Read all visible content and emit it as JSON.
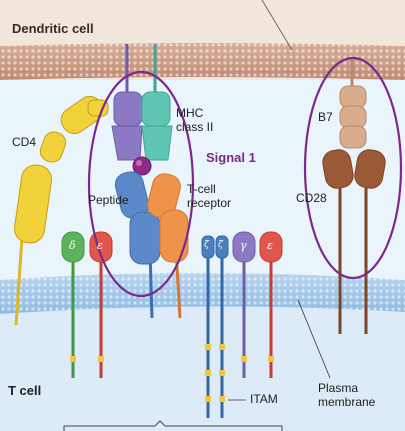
{
  "labels": {
    "dendritic_cell": "Dendritic cell",
    "t_cell": "T cell",
    "cd4": "CD4",
    "mhc": "MHC\nclass II",
    "signal1": "Signal 1",
    "peptide": "Peptide",
    "tcr": "T-cell\nreceptor",
    "b7": "B7",
    "cd28": "CD28",
    "itam": "ITAM",
    "plasma_membrane": "Plasma\nmembrane"
  },
  "cd3_chains": {
    "delta": "δ",
    "epsilon1": "ε",
    "zeta1": "ζ",
    "zeta2": "ζ",
    "gamma": "γ",
    "epsilon2": "ε"
  },
  "colors": {
    "dc_membrane": "#c9967e",
    "tcell_membrane": "#9cc3e6",
    "cd4": "#f2d23a",
    "mhc_alpha": "#8c79c4",
    "mhc_beta": "#5fc6b4",
    "peptide": "#8e2a88",
    "tcr_alpha": "#5b89c9",
    "tcr_beta": "#f0934a",
    "b7": "#d9ad8c",
    "cd28": "#9a5a36",
    "delta": "#5bb35b",
    "epsilon": "#e0564a",
    "zeta": "#4a7fc0",
    "gamma": "#8c79c4",
    "itam": "#f5c63a",
    "ellipse": "#7a2a8c"
  }
}
